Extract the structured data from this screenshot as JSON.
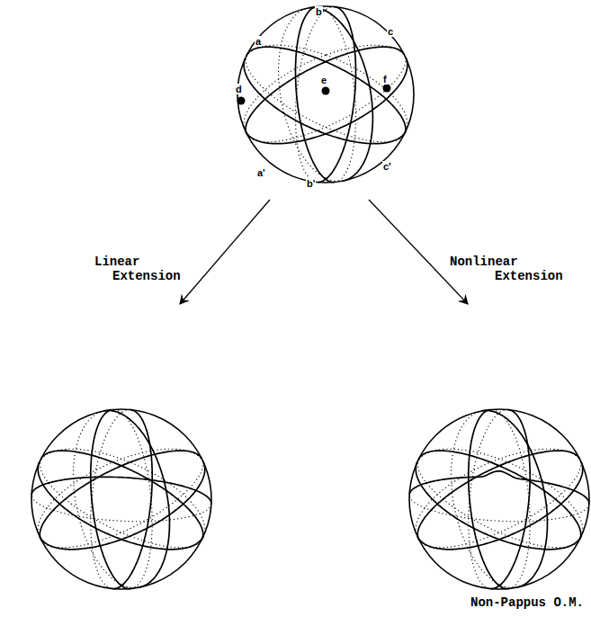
{
  "diagram": {
    "labels": [
      "a",
      "b",
      "c",
      "d",
      "e",
      "f",
      "c'",
      "a'",
      "b'",
      "Linear Extension",
      "Nonlinear Extension",
      "Non-Pappus O.M."
    ]
  }
}
